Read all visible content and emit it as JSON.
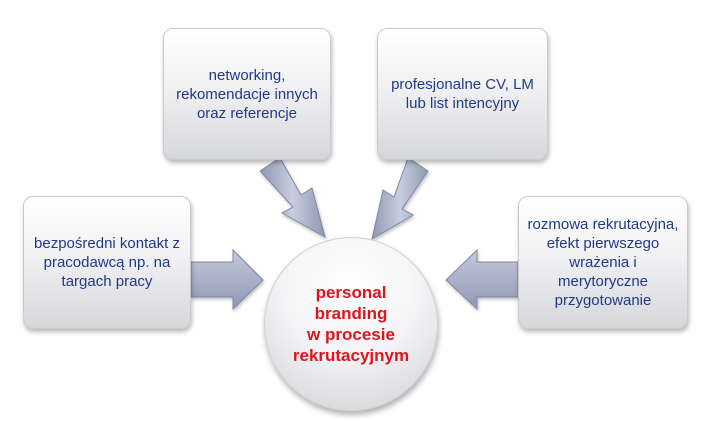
{
  "center": {
    "label": "personal\nbranding\nw procesie\nrekrutacyjnym",
    "color": "#e0141c"
  },
  "nodes": {
    "top_left": {
      "label": "networking, rekomendacje innych oraz referencje"
    },
    "top_right": {
      "label": "profesjonalne CV, LM lub list intencyjny"
    },
    "left": {
      "label": "bezpośredni kontakt z pracodawcą np. na targach pracy"
    },
    "right": {
      "label": "rozmowa rekrutacyjna, efekt pierwszego wrażenia i merytoryczne przygotowanie"
    }
  },
  "colors": {
    "node_text": "#1f3a8a",
    "arrow_fill": "#a7afc6"
  }
}
